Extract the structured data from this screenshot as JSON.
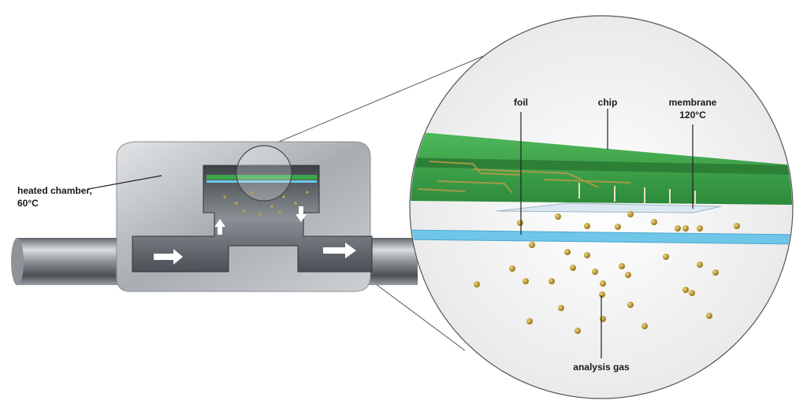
{
  "labels": {
    "heated_chamber_line1": "heated chamber,",
    "heated_chamber_line2": "60°C",
    "foil": "foil",
    "chip": "chip",
    "membrane_line1": "membrane",
    "membrane_line2": "120°C",
    "analysis_gas": "analysis gas"
  },
  "colors": {
    "chip_green": "#3aa548",
    "foil_blue": "#6fc6e8",
    "particle_gold": "#c8a23a",
    "metal_gray": "#9ea3a8",
    "zoom_circle_bg": "#f7f7f7"
  }
}
